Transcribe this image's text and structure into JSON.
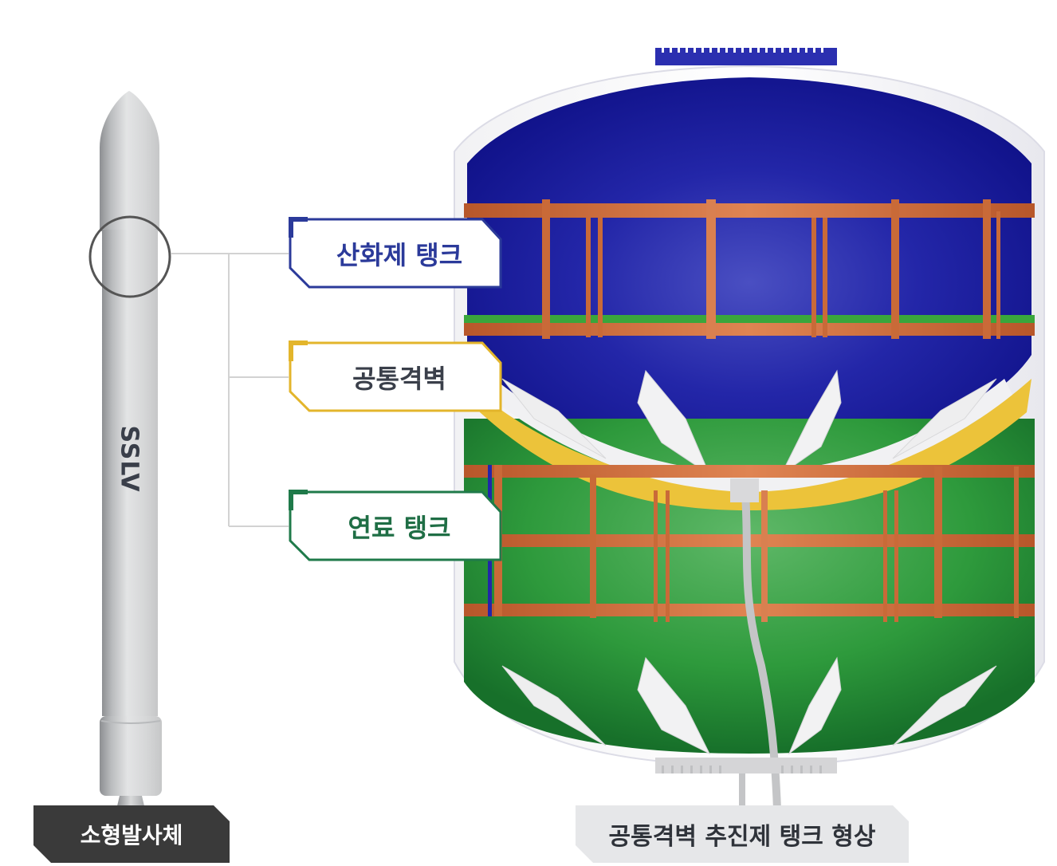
{
  "diagram": {
    "title": "공통격벽 추진제 탱크 형상",
    "vehicle": {
      "body_text": "SSLV",
      "caption": "소형발사체"
    },
    "callouts": [
      {
        "id": "oxidizer",
        "label": "산화제 탱크",
        "color": "#2b3a9a"
      },
      {
        "id": "bulkhead",
        "label": "공통격벽",
        "color": "#e3b52b"
      },
      {
        "id": "fuel",
        "label": "연료 탱크",
        "color": "#1f7a4a"
      }
    ],
    "tank_caption": "공통격벽 추진제 탱크 형상",
    "colors": {
      "oxidizer_fill": "#1c1fa0",
      "fuel_fill": "#2e9a3c",
      "bulkhead": "#e8c53a",
      "frame": "#d2703c",
      "rocket_body": "#d4d5d6",
      "caption_dark": "#3a3a3a",
      "caption_light": "#e6e7e9",
      "connector_line": "#d0d0d0"
    }
  }
}
